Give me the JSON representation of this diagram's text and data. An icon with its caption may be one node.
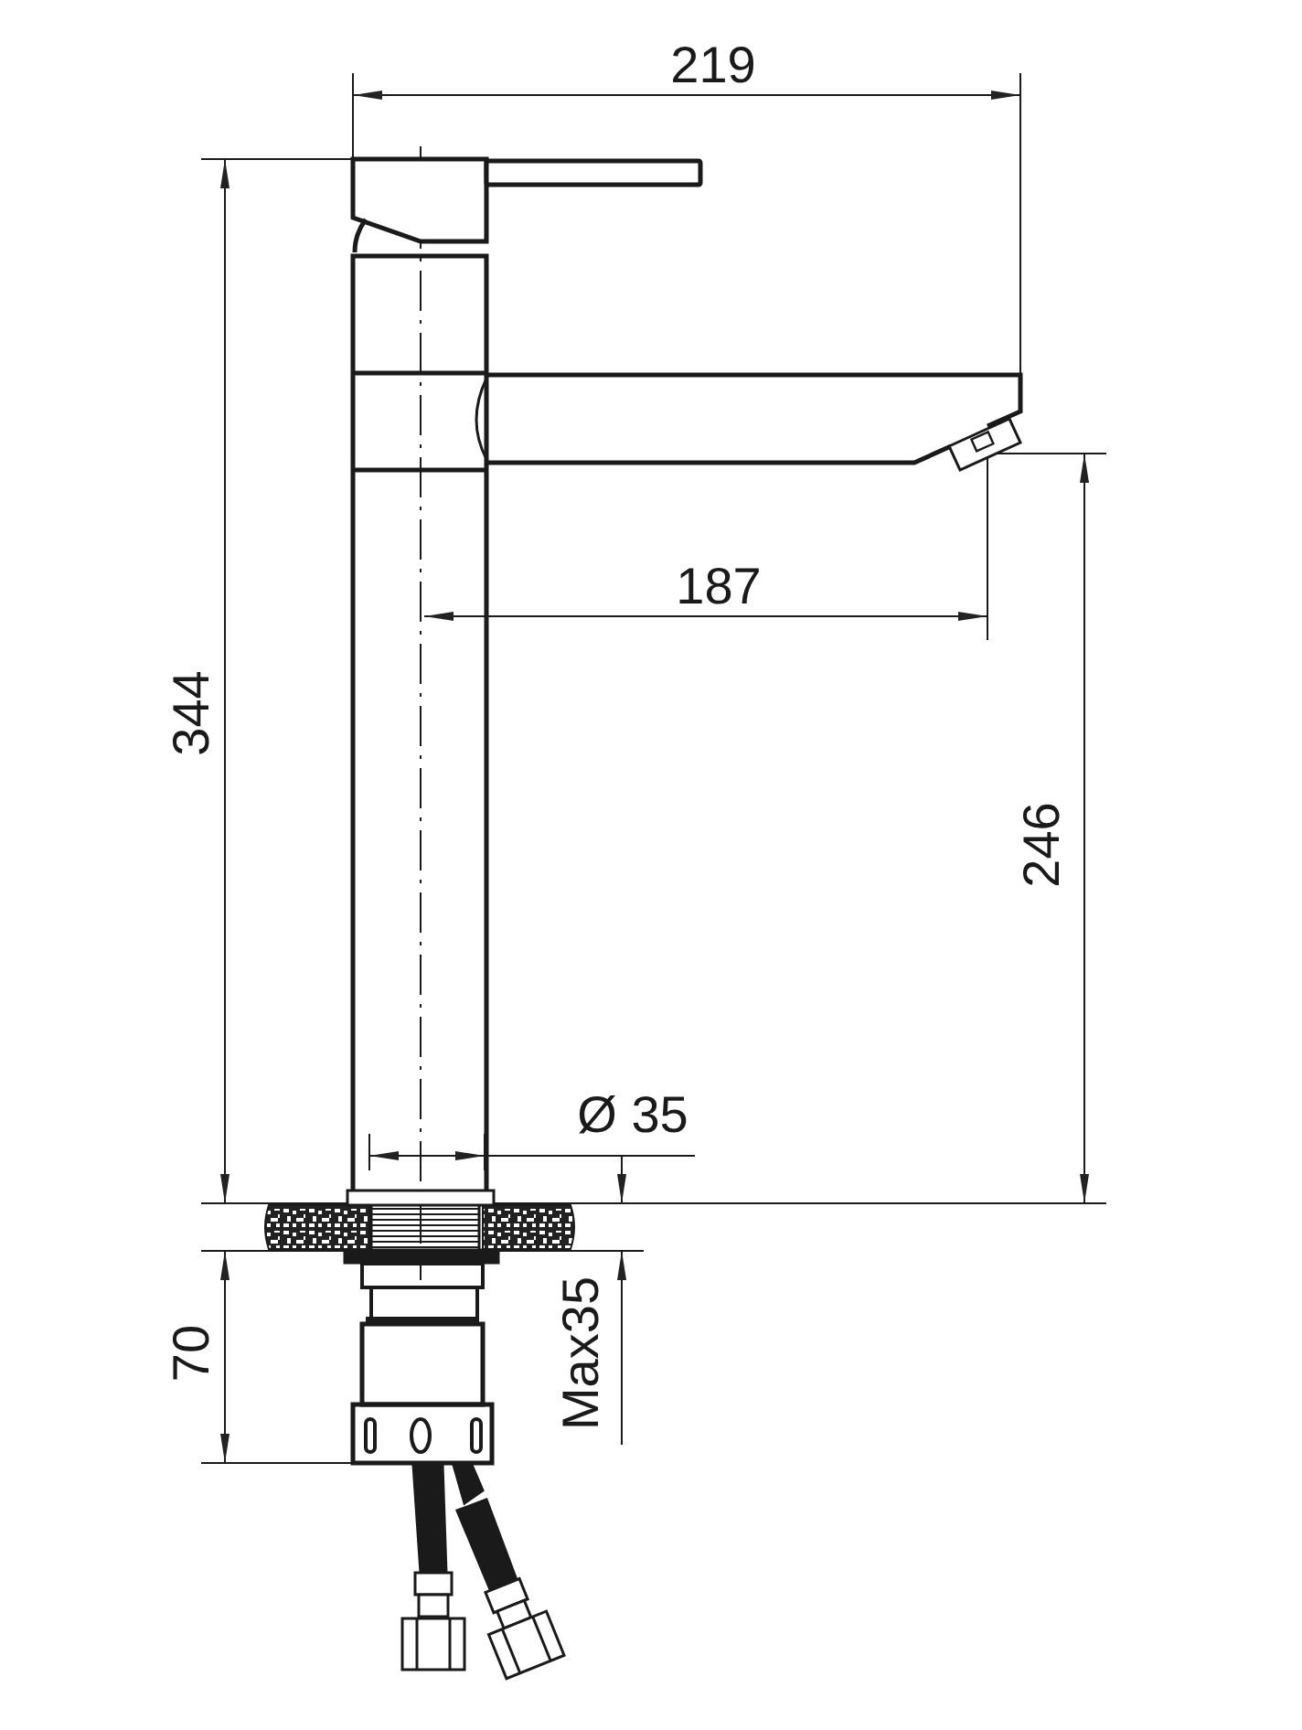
{
  "diagram": {
    "labels": [
      "219",
      "344",
      "187",
      "246",
      "Ø 35",
      "70",
      "Max35"
    ]
  }
}
